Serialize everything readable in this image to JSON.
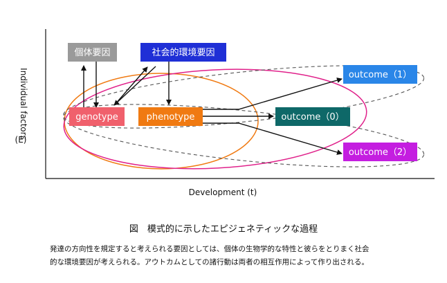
{
  "axes": {
    "ylabel_line1": "Individual factors",
    "ylabel_line2": "(E)",
    "xlabel": "Development (t)"
  },
  "nodes": {
    "kotai": {
      "label": "個体要因",
      "color": "#9a9a9a"
    },
    "shakai": {
      "label": "社会的環境要因",
      "color": "#1f2fd6"
    },
    "genotype": {
      "label": "genotype",
      "color": "#f0606c"
    },
    "phenotype": {
      "label": "phenotype",
      "color": "#f07a12"
    },
    "outcome0": {
      "label": "outcome（0）",
      "color": "#0e6868"
    },
    "outcome1": {
      "label": "outcome（1）",
      "color": "#2a86e8"
    },
    "outcome2": {
      "label": "outcome（2）",
      "color": "#c41ee0"
    }
  },
  "colors": {
    "ellipse_orange": "#f07a12",
    "ellipse_magenta": "#e0208a",
    "ellipse_dashed": "#555555",
    "arrow": "#111111"
  },
  "caption": {
    "title": "図　模式的に示したエピジェネティックな過程",
    "line1": "発達の方向性を規定すると考えられる要因としては、個体の生物学的な特性と彼らをとりまく社会",
    "line2": "的な環境要因が考えられる。アウトカムとしての諸行動は両者の相互作用によって作り出される。"
  }
}
